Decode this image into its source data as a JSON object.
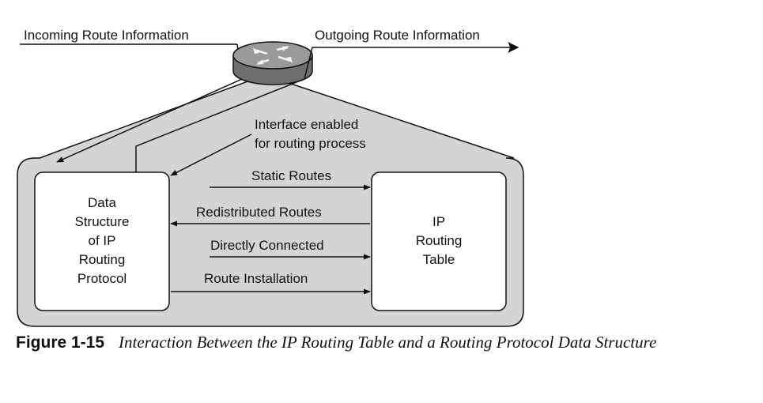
{
  "diagram": {
    "labels": {
      "incoming": "Incoming Route Information",
      "outgoing": "Outgoing Route Information",
      "interface_line1": "Interface enabled",
      "interface_line2": "for routing process",
      "static": "Static Routes",
      "redistributed": "Redistributed Routes",
      "directly": "Directly Connected",
      "installation": "Route Installation"
    },
    "left_box": [
      "Data",
      "Structure",
      "of IP",
      "Routing",
      "Protocol"
    ],
    "right_box": [
      "IP",
      "Routing",
      "Table"
    ],
    "colors": {
      "container_fill": "#d4d4d4",
      "box_fill": "#ffffff",
      "router_fill": "#8c8c8c",
      "stroke": "#111111"
    }
  },
  "caption": {
    "number": "Figure 1-15",
    "text": "Interaction Between the IP Routing Table and a Routing Protocol Data Structure"
  }
}
